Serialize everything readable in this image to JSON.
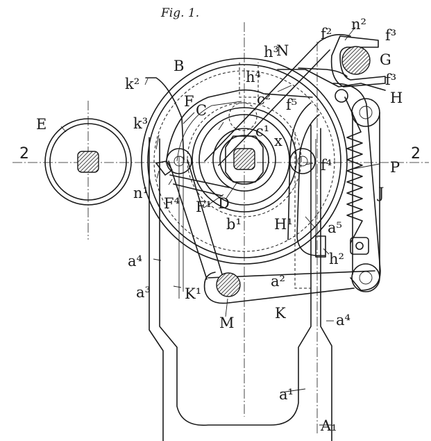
{
  "figure": {
    "caption": "Fig. 1.",
    "section_left": "2",
    "section_right": "2"
  },
  "labels": [
    {
      "id": "B",
      "text": "B"
    },
    {
      "id": "C",
      "text": "C"
    },
    {
      "id": "c1",
      "text": "c¹"
    },
    {
      "id": "c2",
      "text": "c²"
    },
    {
      "id": "D",
      "text": "D"
    },
    {
      "id": "E",
      "text": "E"
    },
    {
      "id": "F",
      "text": "F"
    },
    {
      "id": "F1",
      "text": "F¹"
    },
    {
      "id": "F4",
      "text": "F⁴"
    },
    {
      "id": "f2",
      "text": "f²"
    },
    {
      "id": "f3a",
      "text": "f³"
    },
    {
      "id": "f3b",
      "text": "f³"
    },
    {
      "id": "f4",
      "text": "f⁴"
    },
    {
      "id": "f5",
      "text": "f⁵"
    },
    {
      "id": "G",
      "text": "G"
    },
    {
      "id": "H",
      "text": "H"
    },
    {
      "id": "H1",
      "text": "H¹"
    },
    {
      "id": "h2",
      "text": "h²"
    },
    {
      "id": "h3",
      "text": "h³"
    },
    {
      "id": "h4",
      "text": "h⁴"
    },
    {
      "id": "J",
      "text": "J"
    },
    {
      "id": "K",
      "text": "K"
    },
    {
      "id": "K1",
      "text": "K¹"
    },
    {
      "id": "k2",
      "text": "k²"
    },
    {
      "id": "k3",
      "text": "k³"
    },
    {
      "id": "M",
      "text": "M"
    },
    {
      "id": "N",
      "text": "N"
    },
    {
      "id": "n1",
      "text": "n¹"
    },
    {
      "id": "n2",
      "text": "n²"
    },
    {
      "id": "P",
      "text": "P"
    },
    {
      "id": "x",
      "text": "x"
    },
    {
      "id": "a1",
      "text": "a¹"
    },
    {
      "id": "a2",
      "text": "a²"
    },
    {
      "id": "a3",
      "text": "a³"
    },
    {
      "id": "a4a",
      "text": "a⁴"
    },
    {
      "id": "a4b",
      "text": "a⁴"
    },
    {
      "id": "a5",
      "text": "a⁵"
    },
    {
      "id": "b1",
      "text": "b¹"
    },
    {
      "id": "A1",
      "text": "A₁"
    }
  ]
}
